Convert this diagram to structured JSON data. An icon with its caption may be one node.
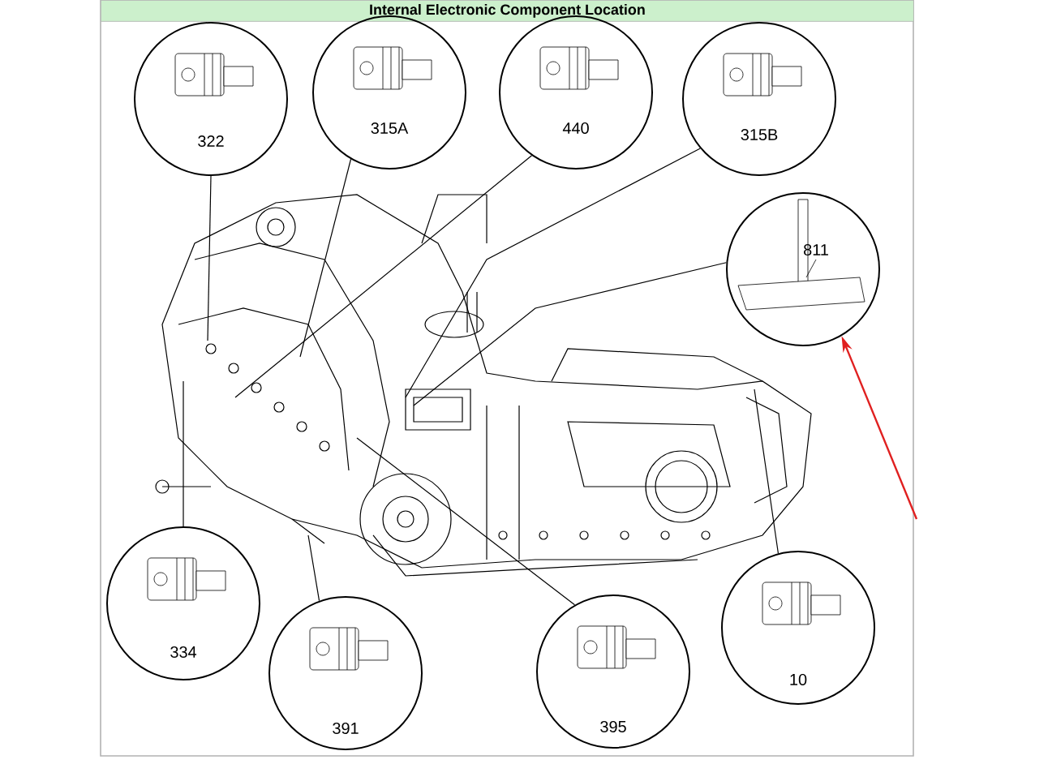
{
  "diagram": {
    "title": "Internal Electronic Component Location",
    "nodes": [
      {
        "text": [
          "322"
        ]
      },
      {
        "text": [
          "315A"
        ]
      },
      {
        "text": [
          "440"
        ]
      },
      {
        "text": [
          "315B"
        ]
      },
      {
        "text": [
          "811"
        ]
      },
      {
        "text": [
          "334"
        ]
      },
      {
        "text": [
          "391"
        ]
      },
      {
        "text": [
          "395"
        ]
      },
      {
        "text": [
          "10"
        ]
      },
      {
        "text": [],
        "shape": "picture"
      }
    ],
    "edges": [
      {
        "from": 0,
        "to": 9,
        "arrow": "none"
      },
      {
        "from": 1,
        "to": 9,
        "arrow": "none"
      },
      {
        "from": 2,
        "to": 9,
        "arrow": "none"
      },
      {
        "from": 3,
        "to": 9,
        "arrow": "none"
      },
      {
        "from": 4,
        "to": 9,
        "arrow": "none"
      },
      {
        "from": 5,
        "to": 9,
        "arrow": "none"
      },
      {
        "from": 6,
        "to": 9,
        "arrow": "none"
      },
      {
        "from": 7,
        "to": 9,
        "arrow": "none"
      },
      {
        "from": 8,
        "to": 9,
        "arrow": "none"
      },
      {
        "from": null,
        "to": 4,
        "arrow": "to",
        "color": "#e02020"
      }
    ]
  }
}
